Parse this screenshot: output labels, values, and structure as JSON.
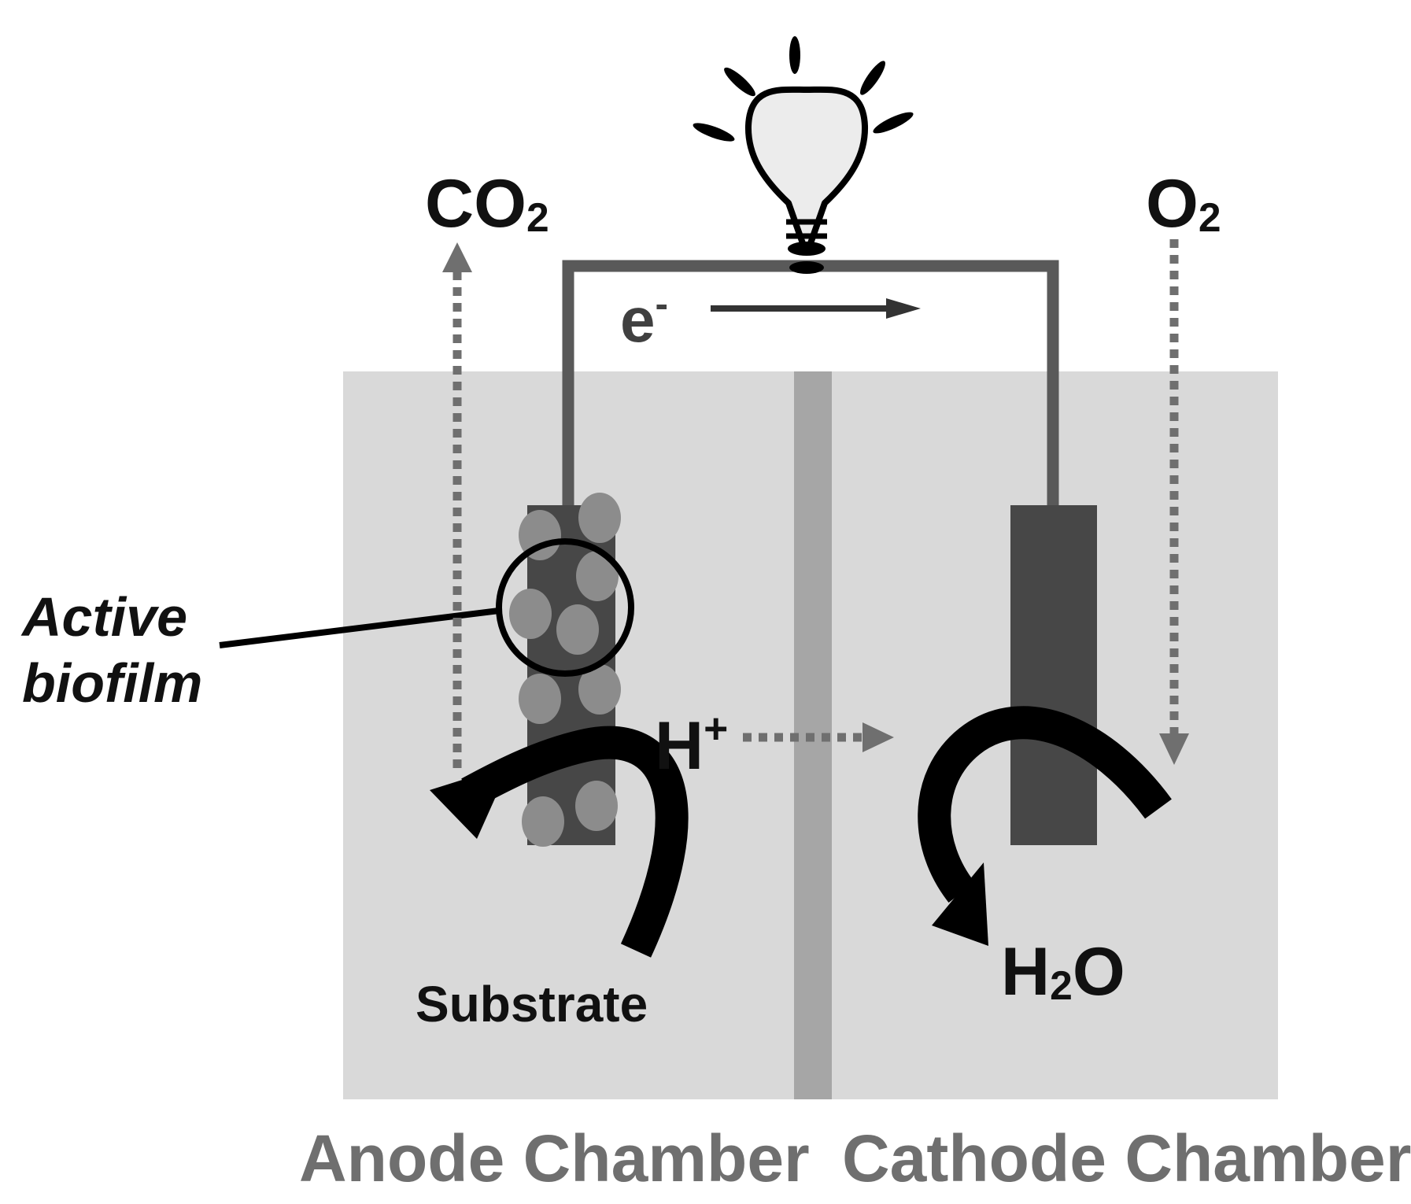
{
  "labels": {
    "co2": {
      "base": "CO",
      "sub": "2"
    },
    "o2": {
      "base": "O",
      "sub": "2"
    },
    "electron": {
      "base": "e",
      "sup": "-"
    },
    "proton": {
      "base": "H",
      "sup": "+"
    },
    "water": {
      "base": "H",
      "sub": "2",
      "tail": "O"
    },
    "active_biofilm": [
      "Active",
      "biofilm"
    ],
    "substrate": "Substrate",
    "anode_chamber": "Anode Chamber",
    "cathode_chamber": "Cathode Chamber"
  },
  "colors": {
    "chamber_fill": "#d9d9d9",
    "membrane": "#a6a6a6",
    "wire": "#595959",
    "electrode": "#474747",
    "biofilm_cell": "#8c8c8c",
    "dotted_arrow": "#6f6f6f",
    "flow_arrow": "#000000",
    "bulb_fill": "#ececec",
    "chamber_label": "#6f6f6f"
  },
  "icons": {
    "bulb": "light-bulb-icon"
  }
}
